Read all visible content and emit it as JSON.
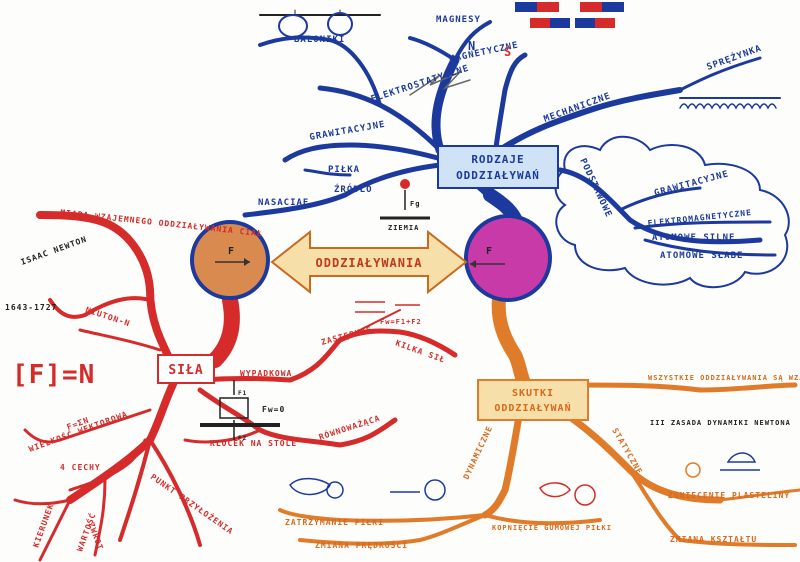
{
  "center": {
    "label": "ODDZIAŁYWANIA",
    "vector_label": "F"
  },
  "colors": {
    "blue": "#1c3a9e",
    "red": "#d52b2b",
    "orange": "#e07b2a",
    "magenta": "#c83aa8",
    "ochre": "#d98a4e",
    "cream": "#f6dfa8"
  },
  "types": {
    "title_line1": "RODZAJE",
    "title_line2": "ODDZIAŁYWAŃ",
    "branches": [
      "MAGNESY",
      "MAGNETYCZNE",
      "ELEKTROSTATYCZNE",
      "BALONIKI",
      "GRAWITACYJNE",
      "PIŁKA",
      "ŹRÓDŁO",
      "NASACIAE",
      "ZIEMIA",
      "MECHANICZNE",
      "SPRĘŻYNKA",
      "PODSTAWOWE",
      "GRAWITACYJNE",
      "ELEKTROMAGNETYCZNE",
      "ATOMOWE SILNE",
      "ATOMOWE SŁABE"
    ],
    "fg_label": "Fg",
    "magnet_n": "N",
    "magnet_s": "S"
  },
  "force": {
    "title": "SIŁA",
    "formula": "[F]=N",
    "branches": [
      "MIARA WZAJEMNEGO ODDZIAŁYWANIA CIAŁ",
      "ISAAC NEWTON",
      "1643-1727",
      "NIUTON-N",
      "WIELKOŚĆ WEKTOROWA",
      "F=ΣN",
      "4 CECHY",
      "KIERUNEK",
      "ZWROT",
      "PUNKT PRZYŁOŻENIA",
      "WARTOŚĆ",
      "WYPADKOWA",
      "ZASTĘPUJE",
      "KILKA SIŁ",
      "RÓWNOWAŻĄCA",
      "KLOCEK NA STOLE"
    ],
    "resultant_formula": "Fw=F1+F2",
    "block_formula": "Fw=0",
    "f1": "F1",
    "f2": "F2"
  },
  "effects": {
    "title_line1": "SKUTKI",
    "title_line2": "ODDZIAŁYWAŃ",
    "branches": [
      "DYNAMICZNE",
      "ZATRZYMANIE PIŁKI",
      "ZMIANA PRĘDKOŚCI",
      "KOPNIĘCIE GUMOWEJ PIŁKI",
      "STATYCZNE",
      "ZGNIECENIE PLASTELINY",
      "ZMIANA KSZTAŁTU",
      "WSZYSTKIE ODDZIAŁYWANIA SĄ WZAJEMNE",
      "III ZASADA DYNAMIKI NEWTONA"
    ]
  }
}
